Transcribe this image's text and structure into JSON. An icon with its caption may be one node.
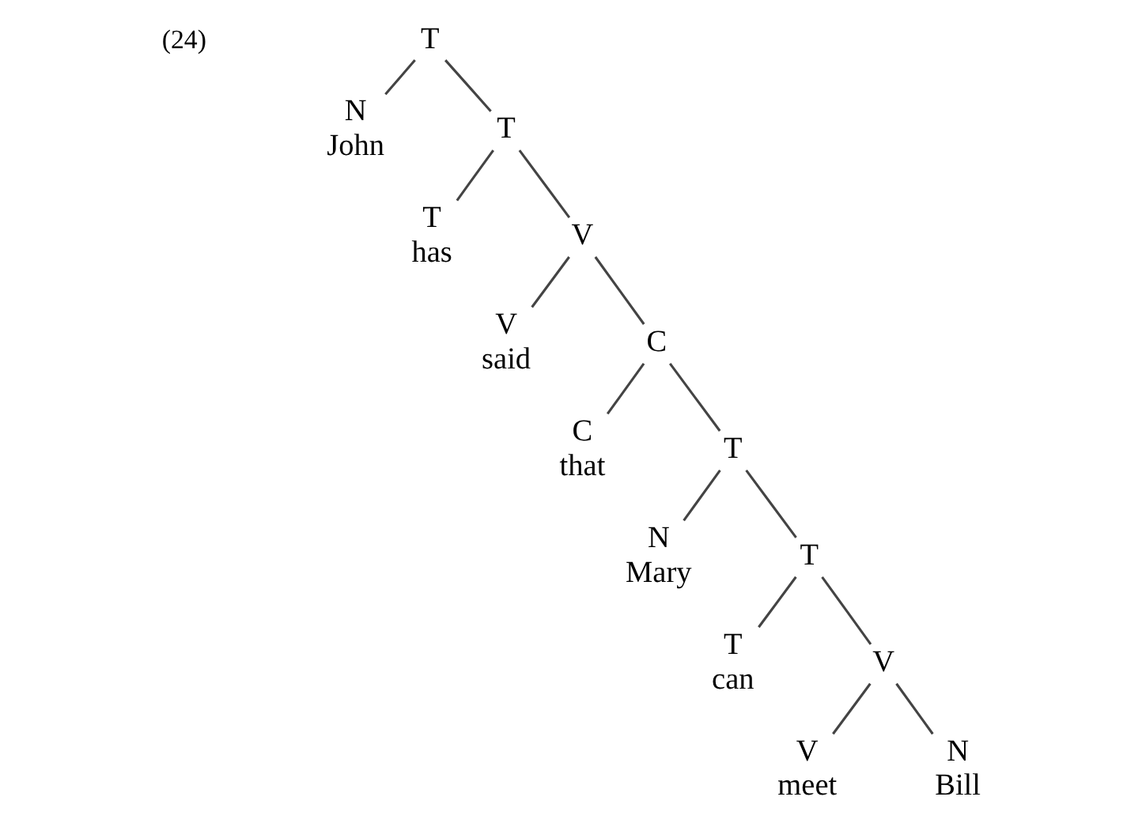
{
  "diagram": {
    "nodes": [
      {
        "text": [
          "T"
        ]
      },
      {
        "text": [
          "N",
          "John"
        ]
      },
      {
        "text": [
          "T"
        ]
      },
      {
        "text": [
          "T",
          "has"
        ]
      },
      {
        "text": [
          "V"
        ]
      },
      {
        "text": [
          "V",
          "said"
        ]
      },
      {
        "text": [
          "C"
        ]
      },
      {
        "text": [
          "C",
          "that"
        ]
      },
      {
        "text": [
          "T"
        ]
      },
      {
        "text": [
          "N",
          "Mary"
        ]
      },
      {
        "text": [
          "T"
        ]
      },
      {
        "text": [
          "T",
          "can"
        ]
      },
      {
        "text": [
          "V"
        ]
      },
      {
        "text": [
          "V",
          "meet"
        ]
      },
      {
        "text": [
          "N",
          "Bill"
        ]
      }
    ],
    "edges": [
      {
        "from": 0,
        "to": 1,
        "arrow": "none"
      },
      {
        "from": 0,
        "to": 2,
        "arrow": "none"
      },
      {
        "from": 2,
        "to": 3,
        "arrow": "none"
      },
      {
        "from": 2,
        "to": 4,
        "arrow": "none"
      },
      {
        "from": 4,
        "to": 5,
        "arrow": "none"
      },
      {
        "from": 4,
        "to": 6,
        "arrow": "none"
      },
      {
        "from": 6,
        "to": 7,
        "arrow": "none"
      },
      {
        "from": 6,
        "to": 8,
        "arrow": "none"
      },
      {
        "from": 8,
        "to": 9,
        "arrow": "none"
      },
      {
        "from": 8,
        "to": 10,
        "arrow": "none"
      },
      {
        "from": 10,
        "to": 11,
        "arrow": "none"
      },
      {
        "from": 10,
        "to": 12,
        "arrow": "none"
      },
      {
        "from": 12,
        "to": 13,
        "arrow": "none"
      },
      {
        "from": 12,
        "to": 14,
        "arrow": "none"
      }
    ],
    "labels": [
      "(24)"
    ]
  }
}
